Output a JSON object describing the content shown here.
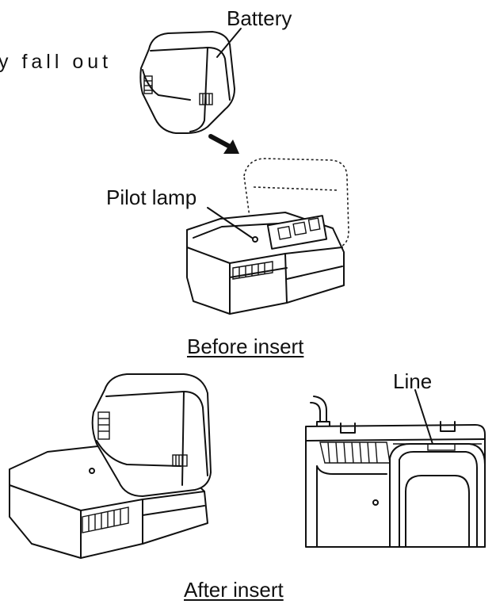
{
  "labels": {
    "fragment": "y fall out",
    "battery": "Battery",
    "pilot_lamp": "Pilot lamp",
    "line": "Line",
    "before_insert": "Before insert",
    "after_insert": "After insert"
  }
}
